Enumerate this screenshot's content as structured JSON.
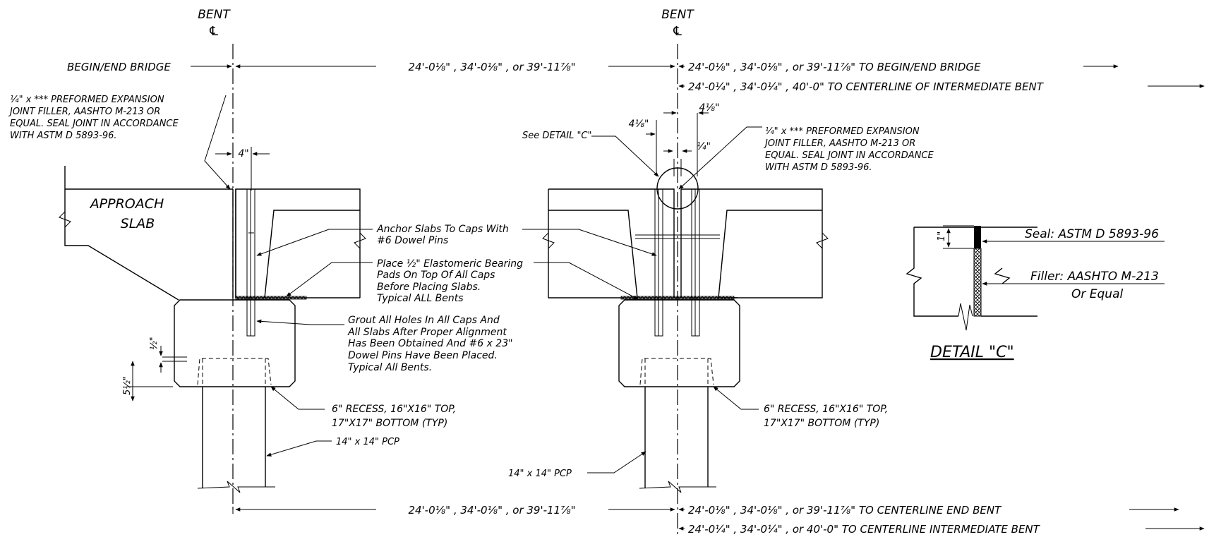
{
  "bent_labels": {
    "left_title": "BENT",
    "left_cl": "℄",
    "right_title": "BENT",
    "right_cl": "℄"
  },
  "top_dims": {
    "begin_end_bridge": "BEGIN/END BRIDGE",
    "span_left": "24'-0⅛\" ,  34'-0⅛\" , or 39'-11⅞\"",
    "span_right_bridge": "24'-0⅛\" ,  34'-0⅛\" , or 39'-11⅞\"  TO BEGIN/END BRIDGE",
    "span_right_intermediate": "24'-0¼\" , 34'-0¼\" , 40'-0\" TO CENTERLINE OF INTERMEDIATE BENT"
  },
  "bottom_dims": {
    "span_left": "24'-0⅛\" ,  34'-0⅛\" , or 39'-11⅞\"",
    "span_right_end": "24'-0⅛\" ,  34'-0⅛\" , or 39'-11⅞\"   TO CENTERLINE END BENT",
    "span_right_intermediate": "24'-0¼\" , 34'-0¼\" , or 40'-0\" TO CENTERLINE INTERMEDIATE BENT"
  },
  "left_view": {
    "filler_note": [
      "¼\" x *** PREFORMED EXPANSION",
      "JOINT FILLER, AASHTO M-213 OR",
      "EQUAL. SEAL JOINT IN ACCORDANCE",
      "WITH ASTM D 5893-96."
    ],
    "dim_4in": "4\"",
    "approach_slab": [
      "APPROACH",
      "SLAB"
    ],
    "dim_half": "½\"",
    "dim_5half": "5½\"",
    "recess_note": [
      "6\" RECESS, 16\"X16\" TOP,",
      "17\"X17\" BOTTOM  (TYP)"
    ],
    "pcp_label": "14\" x 14\" PCP"
  },
  "center_notes": {
    "anchor": [
      "Anchor Slabs To Caps With",
      "#6 Dowel Pins"
    ],
    "bearing": [
      "Place ½\" Elastomeric Bearing",
      "Pads On Top Of All Caps",
      "Before Placing Slabs.",
      "Typical ALL Bents"
    ],
    "grout": [
      "Grout All Holes In All Caps And",
      "All Slabs After Proper Alignment",
      "Has Been Obtained And #6 x 23\"",
      "Dowel Pins Have Been Placed.",
      "Typical All Bents."
    ]
  },
  "right_view": {
    "see_detail": "See DETAIL \"C\"",
    "dim_left": "4⅛\"",
    "dim_right": "4⅛\"",
    "dim_quarter": "¼\"",
    "filler_note": [
      "¼\" x *** PREFORMED EXPANSION",
      "JOINT FILLER, AASHTO M-213 OR",
      "EQUAL. SEAL JOINT IN ACCORDANCE",
      "WITH ASTM D 5893-96."
    ],
    "recess_note": [
      "6\" RECESS, 16\"X16\" TOP,",
      "17\"X17\" BOTTOM  (TYP)"
    ],
    "pcp_label": "14\" x 14\" PCP"
  },
  "detail_c": {
    "title": "DETAIL \"C\"",
    "seal": "Seal: ASTM D 5893-96",
    "filler": [
      "Filler: AASHTO M-213",
      "Or Equal"
    ],
    "dim_1in": "1\""
  }
}
